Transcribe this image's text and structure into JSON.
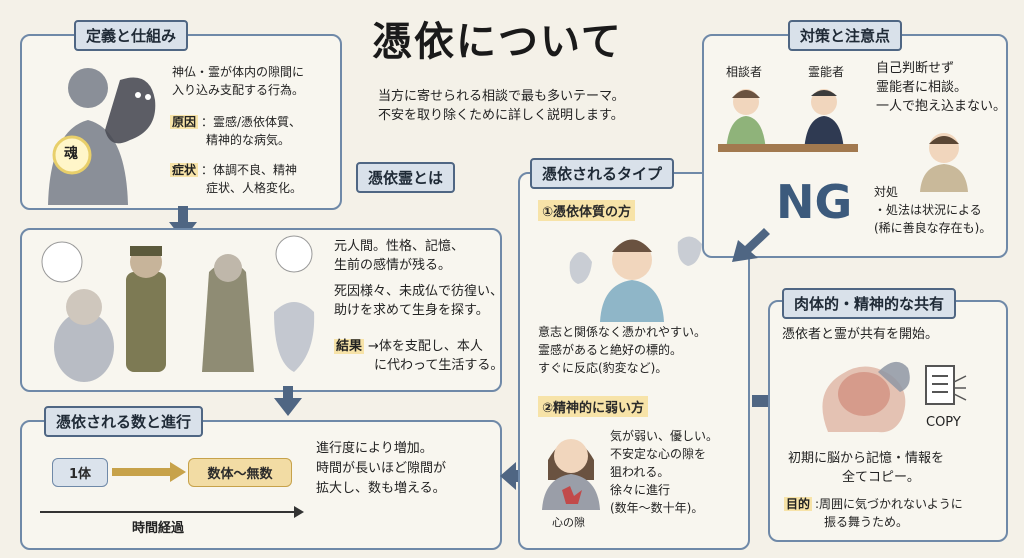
{
  "main_title": "憑依について",
  "intro": [
    "当方に寄せられる相談で最も多いテーマ。",
    "不安を取り除くために詳しく説明します。"
  ],
  "definition": {
    "title": "定義と仕組み",
    "soul_label": "魂",
    "lines": [
      "神仏・霊が体内の隙間に",
      "入り込み支配する行為。"
    ],
    "cause_label": "原因",
    "cause_lines": [
      "：霊感/憑依体質、",
      "精神的な病気。"
    ],
    "symptom_label": "症状",
    "symptom_lines": [
      "：体調不良、精神",
      "症状、人格変化。"
    ]
  },
  "spirit": {
    "title": "憑依霊とは",
    "lines1": [
      "元人間。性格、記憶、",
      "生前の感情が残る。"
    ],
    "lines2": [
      "死因様々、未成仏で彷徨い、",
      "助けを求めて生身を探す。"
    ],
    "result_label": "結果",
    "result_lines": [
      "→体を支配し、本人",
      "に代わって生活する。"
    ]
  },
  "count": {
    "title": "憑依される数と進行",
    "chip_one": "1体",
    "chip_many": "数体〜無数",
    "axis_label": "時間経過",
    "lines": [
      "進行度により増加。",
      "時間が長いほど隙間が",
      "拡大し、数も増える。"
    ]
  },
  "types": {
    "title": "憑依されるタイプ",
    "type1_title": "①憑依体質の方",
    "type1_lines": [
      "意志と関係なく憑かれやすい。",
      "霊感があると絶好の標的。",
      "すぐに反応(豹変など)。"
    ],
    "type2_title": "②精神的に弱い方",
    "type2_lines": [
      "気が弱い、優しい。",
      "不安定な心の隙を",
      "狙われる。",
      "徐々に進行",
      "(数年〜数十年)。"
    ],
    "heart_label": "心の隙"
  },
  "measures": {
    "title": "対策と注意点",
    "consultant_label": "相談者",
    "medium_label": "霊能者",
    "lines": [
      "自己判断せず",
      "霊能者に相談。",
      "一人で抱え込まない。"
    ],
    "ng_label": "NG",
    "ng_lines": [
      "対処",
      "・処法は状況による",
      "(稀に善良な存在も)。"
    ]
  },
  "sharing": {
    "title": "肉体的・精神的な共有",
    "line1": "憑依者と霊が共有を開始。",
    "copy_label": "COPY",
    "lines": [
      "初期に脳から記憶・情報を",
      "全てコピー。"
    ],
    "purpose_label": "目的",
    "purpose_lines": [
      ":周囲に気づかれないように",
      "振る舞うため。"
    ]
  },
  "colors": {
    "panel_border": "#6f89a8",
    "title_bg": "#d9e1ea",
    "highlight": "#f7e3a8",
    "arrow": "#4f6683"
  }
}
